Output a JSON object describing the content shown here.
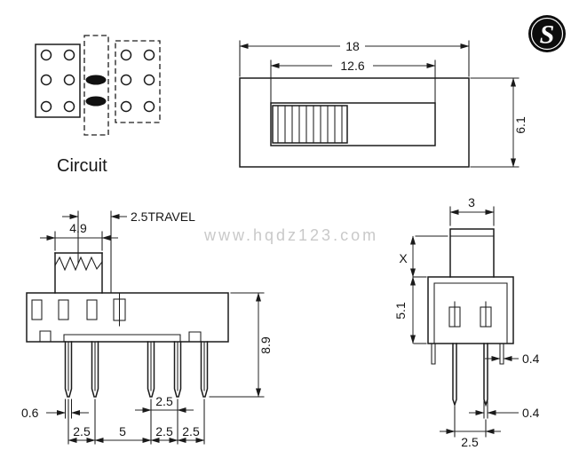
{
  "drawing": {
    "watermark": "www.hqdz123.com",
    "logo_letter": "S",
    "line_color": "#1c1c1c",
    "watermark_color": "#c9c9c9",
    "circuit": {
      "title": "Circuit"
    },
    "top_view": {
      "overall_width": "18",
      "slot_width": "12.6",
      "body_height": "6.1"
    },
    "front_view": {
      "knob_width": "4.9",
      "travel": "2.5TRAVEL",
      "overall_height": "8.9",
      "pin_width": "0.6",
      "pin_pitch_upper": "2.5",
      "pin_pitch_1": "2.5",
      "pin_pitch_2": "5",
      "pin_pitch_3": "2.5",
      "pin_pitch_4": "2.5"
    },
    "side_view": {
      "knob_width": "3",
      "height_x": "X",
      "body_height": "5.1",
      "tab_thickness": "0.4",
      "pin_thickness": "0.4",
      "pin_pitch": "2.5"
    }
  }
}
